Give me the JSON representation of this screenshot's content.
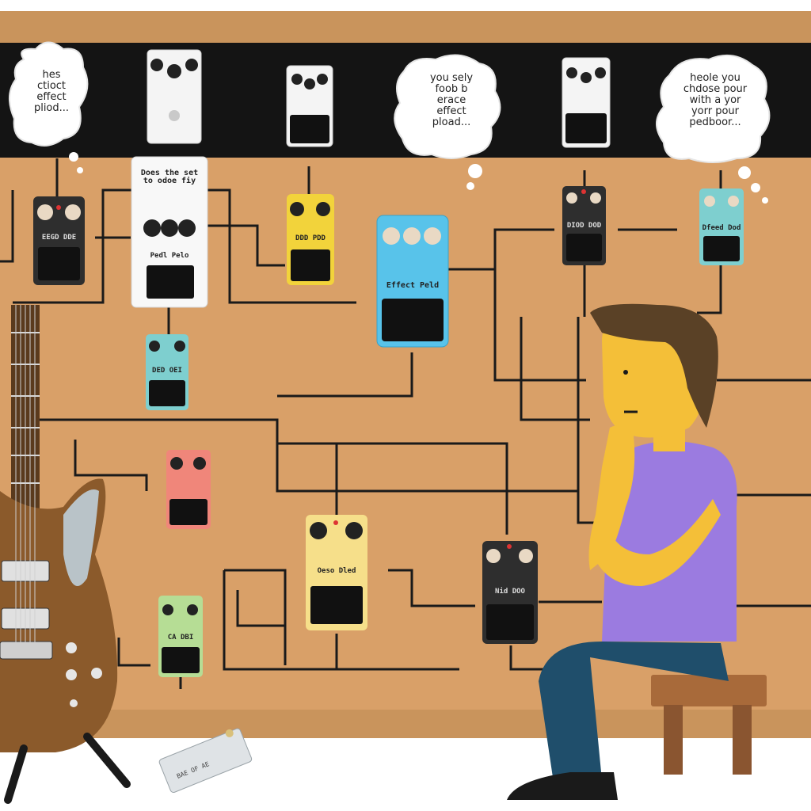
{
  "colors": {
    "background": "#ffffff",
    "board_cork": "#d9a068",
    "board_frame": "#c9945c",
    "top_strip": "#141414",
    "cable": "#1a1a1a",
    "guitar_body": "#8b5a2b",
    "pickguard": "#b9c3c8",
    "shirt": "#9b7be0",
    "skin": "#f4bf38",
    "hair": "#5a4126",
    "jeans": "#1f4e6b",
    "stool": "#a86a3a"
  },
  "thought_bubbles": {
    "left": "hes\nctioct\neffect\npliod...",
    "center": "you sely\nfoob b\nerace\neffect\npload...",
    "right": "heole you\nchdose pour\nwith a yor\nyorr pour\npedboor..."
  },
  "pedals": {
    "white_large": {
      "label": "Does the set\nto odoe fiy",
      "sublabel": "Pedl Pelo"
    },
    "blue_large": {
      "label": "Effect Peld"
    },
    "yellow_top": {
      "label": "DDD PDD"
    },
    "yellow_bottom": {
      "label": "Oeso Dled"
    },
    "dark_left": {
      "label": "EEGD DDE"
    },
    "dark_right_top": {
      "label": "DIOD DOD"
    },
    "dark_right_bottom": {
      "label": "Nid DOO"
    },
    "teal_right": {
      "label": "Dfeed Dod"
    },
    "teal_left": {
      "label": "DED OEI"
    },
    "green": {
      "label": "CA DBI"
    }
  },
  "card_on_floor": {
    "label": "BAE OF AE"
  }
}
